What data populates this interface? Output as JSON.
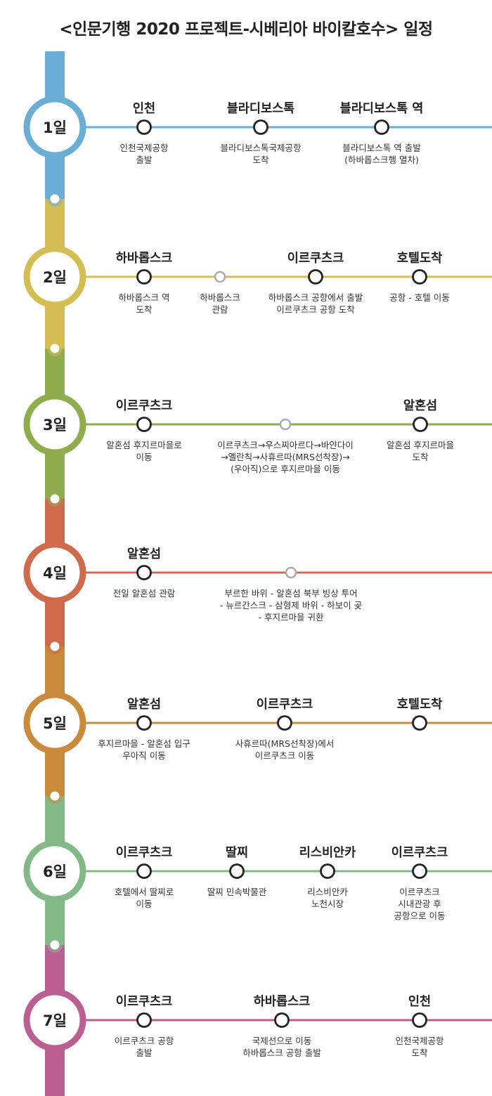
{
  "title": "<인문기행 2020 프로젝트-시베리아 바이칼호수> 일정",
  "days": [
    {
      "label": "1일",
      "color": "#6aaed6",
      "stops": [
        {
          "title": "인천",
          "desc": [
            "인천국제공항",
            "출발"
          ],
          "major": true
        },
        {
          "title": "블라디보스톡",
          "desc": [
            "블라디보스톡국제공항",
            "도착"
          ],
          "major": true
        },
        {
          "title": "블라디보스톡 역",
          "desc": [
            "블라디보스톡 역 출발",
            "(하바롭스크행 열차)"
          ],
          "major": true
        }
      ]
    },
    {
      "label": "2일",
      "color": "#d4bd52",
      "stops": [
        {
          "title": "하바롭스크",
          "desc": [
            "하바롭스크 역",
            "도착"
          ],
          "major": true
        },
        {
          "title": "",
          "desc": [
            "하바롭스크",
            "관람"
          ],
          "major": false
        },
        {
          "title": "이르쿠츠크",
          "desc": [
            "하바롭스크 공항에서 출발",
            "이르쿠츠크 공항 도착"
          ],
          "major": true
        },
        {
          "title": "호텔도착",
          "desc": [
            "공항 - 호텔 이동"
          ],
          "major": true
        }
      ]
    },
    {
      "label": "3일",
      "color": "#8fac4e",
      "stops": [
        {
          "title": "이르쿠츠크",
          "desc": [
            "알혼섬 후지르마을로",
            "이동"
          ],
          "major": true
        },
        {
          "title": "",
          "desc": [
            "이르쿠츠크→우스찌아르다→바얀다이",
            "→옐란칙→사휴르따(MRS선착장)→",
            "(우아직)으로 후지르마을 이동"
          ],
          "major": false
        },
        {
          "title": "알혼섬",
          "desc": [
            "알혼섬 후지르마을",
            "도착"
          ],
          "major": true
        }
      ]
    },
    {
      "label": "4일",
      "color": "#d06a4c",
      "stops": [
        {
          "title": "알혼섬",
          "desc": [
            "전일 알혼섬 관람"
          ],
          "major": true
        },
        {
          "title": "",
          "desc": [
            "부르한 바위 - 알혼섬 북부 빙상 투어",
            "- 뉴르간스크 - 삼형제 바위 - 하보이 곶",
            "-  후지르마을 귀환"
          ],
          "major": false
        }
      ]
    },
    {
      "label": "5일",
      "color": "#c98a3c",
      "stops": [
        {
          "title": "알혼섬",
          "desc": [
            "후지르마을 - 알혼섬 입구",
            "우아직 이동"
          ],
          "major": true
        },
        {
          "title": "이르쿠츠크",
          "desc": [
            "사휴르따(MRS선착장)에서",
            "이르쿠츠크 이동"
          ],
          "major": true
        },
        {
          "title": "호텔도착",
          "desc": [],
          "major": true
        }
      ]
    },
    {
      "label": "6일",
      "color": "#83b987",
      "stops": [
        {
          "title": "이르쿠츠크",
          "desc": [
            "호텔에서 딸찌로",
            "이동"
          ],
          "major": true
        },
        {
          "title": "딸찌",
          "desc": [
            "딸찌 민속박물관"
          ],
          "major": true
        },
        {
          "title": "리스비안카",
          "desc": [
            "리스비안카",
            "노천시장"
          ],
          "major": true
        },
        {
          "title": "이르쿠츠크",
          "desc": [
            "이르쿠츠크",
            "시내관광 후",
            "공항으로 이동"
          ],
          "major": true
        }
      ]
    },
    {
      "label": "7일",
      "color": "#bb5f92",
      "stops": [
        {
          "title": "이르쿠츠크",
          "desc": [
            "이르쿠츠크 공항",
            "출발"
          ],
          "major": true
        },
        {
          "title": "하바롭스크",
          "desc": [
            "국제선으로 이동",
            "하바롭스크 공항 출발"
          ],
          "major": true
        },
        {
          "title": "인천",
          "desc": [
            "인천국제공항",
            "도착"
          ],
          "major": true
        }
      ]
    }
  ]
}
